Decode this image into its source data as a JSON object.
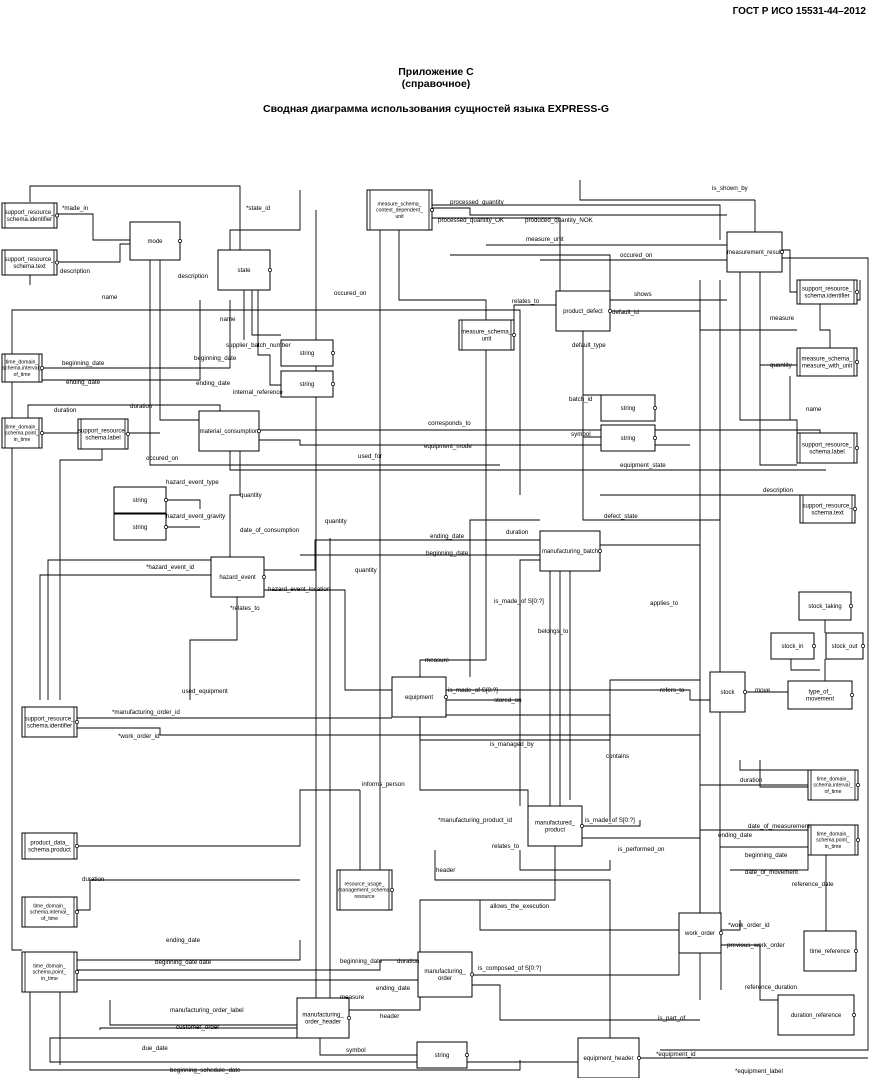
{
  "standard": "ГОСТ Р ИСО 15531-44–2012",
  "appendix": "Приложение С",
  "appendix_note": "(справочное)",
  "title": "Сводная диаграмма использования сущностей языка EXPRESS-G",
  "entities": {
    "support_resource_schema_identifier_1": "support_resource_ schema.identifier",
    "support_resource_schema_text_1": "support_resource_ schema.text",
    "mode": "mode",
    "state": "state",
    "measure_schema_context_dependent_unit": "measure_schema_ context_dependent_ unit",
    "measure_schema_unit": "measure_schema_ unit",
    "product_defect": "product_defect",
    "measurement_result": "measurement_result",
    "support_resource_schema_identifier_2": "support_resource_ schema.identifier",
    "measure_schema_measure_with_unit": "measure_schema_ measure_with_unit",
    "time_domain_schema_interval_of_time_1": "time_domain_ schema.interval_ of_time",
    "time_domain_schema_point_in_time_1": "time_domain_ schema.point_ in_time",
    "support_resource_schema_label_1": "support_resource_ schema.label",
    "material_consumption": "material_consumption",
    "string_supplier_batch": "string",
    "string_internal_reference": "string",
    "string_batch_id": "string",
    "string_symbol": "string",
    "support_resource_schema_label_2": "support_resource_ schema.label",
    "support_resource_schema_text_2": "support_resource_ schema.text",
    "string_hazard_event_type": "string",
    "string_hazard_event_gravity": "string",
    "manufacturing_batch": "manufacturing_batch",
    "hazard_event": "hazard_event",
    "stock_taking": "stock_taking",
    "stock_in": "stock_in",
    "stock_out": "stock_out",
    "type_of_movement": "type_of_ movement",
    "equipment": "equipment",
    "stock": "stock",
    "support_resource_schema_identifier_3": "support_resource_ schema.identifier",
    "time_domain_schema_interval_of_time_2": "time_domain_ schema.interval_ of_time",
    "time_domain_schema_point_in_time_2": "time_domain_ schema.point_ in_time",
    "manufactured_product": "manufactured_ product",
    "product_data_schema_product": "product_data_ schema.product",
    "resource_usage_management_schema_resource": "resource_usage_ management_schema. resource",
    "time_domain_schema_interval_of_time_3": "time_domain_ schema.interval_ of_time",
    "work_order": "work_order",
    "time_reference": "time_reference",
    "time_domain_schema_point_in_time_3": "time_domain_ schema.point_ in_time",
    "manufacturing_order": "manufacturing_ order",
    "duration_reference": "duration_reference",
    "manufacturing_order_header": "manufacturing_ order_header",
    "string_symbol_2": "string",
    "equipment_header": "equipment_header"
  },
  "relations": {
    "made_in": "*made_in",
    "state_id": "*state_id",
    "processed_quantity": "processed_quantity",
    "processed_quantity_ok": "processed_quantity_OK",
    "produced_quantity_nok": "produced_quantity_NOK",
    "is_shown_by": "is_shown_by",
    "description_1": "description",
    "description_2": "description",
    "description_3": "description",
    "measure_unit": "measure_unit",
    "occured_on_1": "occured_on",
    "occured_on_2": "occured_on",
    "occured_on_3": "occured_on",
    "shows": "shows",
    "relates_to_1": "relates_to",
    "relates_to_2": "relates_to",
    "default_id": "default_id",
    "beginning_date_1": "beginning_date",
    "beginning_date_2": "beginning_date",
    "beginning_date_3": "beginning_date",
    "beginning_date_4": "beginning_date",
    "beginning_date_5": "beginning_date",
    "beginning_date_6": "beginning_date",
    "name_1": "name",
    "name_2": "name",
    "name_3": "name",
    "default_type": "default_type",
    "measure_1": "measure",
    "measure_2": "measure",
    "measure_3": "measure",
    "supplier_batch_number": "supplier_batch_number",
    "quantity_1": "quantity",
    "quantity_2": "quantity",
    "quantity_3": "quantity",
    "quantity_4": "quantity",
    "ending_date_1": "ending_date",
    "ending_date_2": "ending_date",
    "ending_date_3": "ending_date",
    "ending_date_4": "ending_date",
    "ending_date_5": "ending_date",
    "internal_reference": "internal_reference",
    "duration_1": "duration",
    "duration_2": "duration",
    "duration_3": "duration",
    "duration_4": "duration",
    "duration_5": "duration",
    "duration_6": "duration",
    "batch_id": "batch_id",
    "corresponds_to": "corresponds_to",
    "symbol_1": "symbol",
    "symbol_2": "symbol",
    "used_for": "used_for",
    "equipment_mode": "equipment_mode",
    "equipment_state": "equipment_state",
    "hazard_event_type": "hazard_event_type",
    "hazard_event_gravity": "hazard_event_gravity",
    "defect_state": "defect_state",
    "date_of_consumption": "date_of_consumption",
    "hazard_event_id": "*hazard_event_id",
    "hazard_event_location": "hazard_event_location",
    "relates_to_star": "*relates_to",
    "is_made_of_1": "is_made_of S[0:?]",
    "applies_to": "applies_to",
    "belongs_to": "belongs_to",
    "used_equipment": "used_equipment",
    "is_made_of_2": "is_made_of S[0:?]",
    "stored_on": "stored_on",
    "refers_to": "refers_to",
    "move": "move",
    "manufacturing_order_id": "*manufacturing_order_id",
    "work_order_id": "*work_order_id",
    "is_managed_by": "is_managed_by",
    "contains": "contains",
    "informs_person": "informs_person",
    "manufacturing_product_id": "*manufacturing_product_id",
    "is_made_of_3": "is_made_of S[0:?]",
    "date_of_measurement": "date_of_measurement",
    "is_performed_on": "is_performed_on",
    "date_of_movement": "date_of_movement",
    "reference_date": "reference_date",
    "header_1": "header",
    "header_2": "header",
    "allows_the_execution": "allows_the_execution",
    "work_order_id_2": "*work_order_id",
    "previous_work_order": "previous_work_order",
    "beginning_date_date": "beginning_date date",
    "is_composed_of": "is_composed_of S[0:?]",
    "reference_duration": "reference_duration",
    "manufacturing_order_label": "manufacturing_order_label",
    "customer_order": "customer_order",
    "is_part_of": "is_part_of",
    "due_date": "due_date",
    "beginning_schedule_date": "beginning_schedule_date",
    "equipment_id": "*equipment_id",
    "equipment_label": "*equipment_label"
  }
}
